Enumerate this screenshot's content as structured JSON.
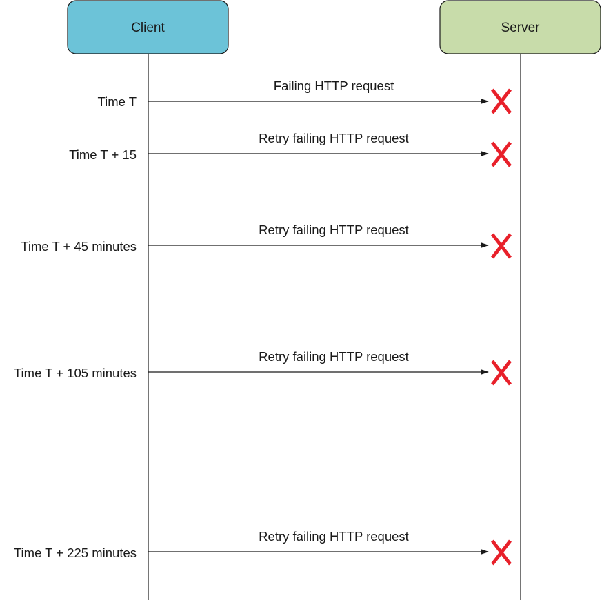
{
  "participants": {
    "client": {
      "label": "Client",
      "fill": "#6cc3d8"
    },
    "server": {
      "label": "Server",
      "fill": "#c8dcaa"
    }
  },
  "colors": {
    "line": "#1a1a1a",
    "fail_mark": "#e8202a"
  },
  "fail_icon": "x-mark-icon",
  "messages": [
    {
      "time_label": "Time T",
      "label": "Failing HTTP request"
    },
    {
      "time_label": "Time T + 15",
      "label": "Retry failing HTTP request"
    },
    {
      "time_label": "Time T + 45 minutes",
      "label": "Retry failing HTTP request"
    },
    {
      "time_label": "Time T + 105 minutes",
      "label": "Retry failing HTTP request"
    },
    {
      "time_label": "Time T + 225 minutes",
      "label": "Retry failing HTTP request"
    }
  ]
}
